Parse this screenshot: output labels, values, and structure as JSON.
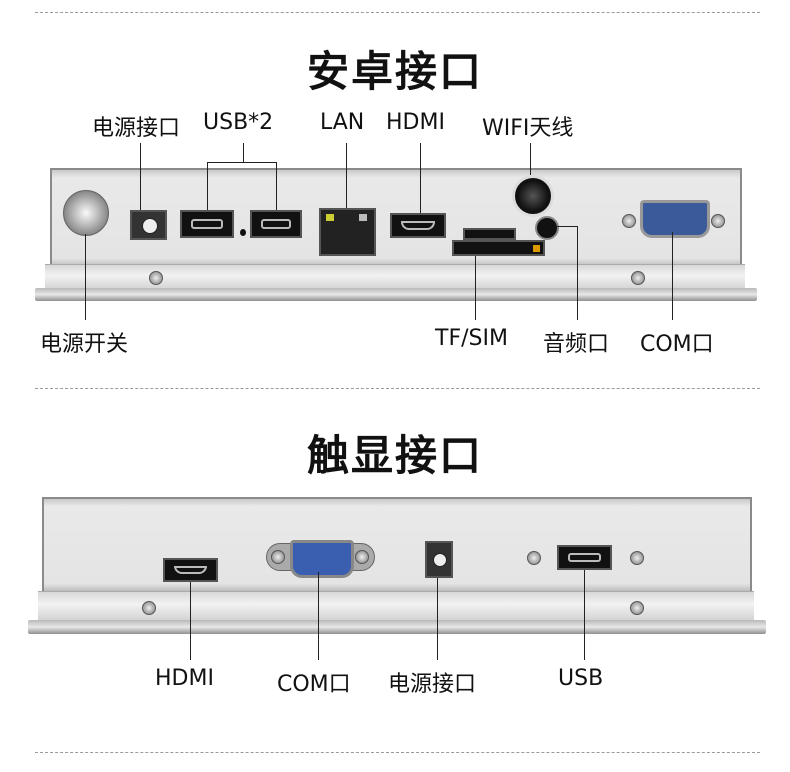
{
  "section1": {
    "title": "安卓接口",
    "top_labels": {
      "power_port": "电源接口",
      "usb": "USB*2",
      "lan": "LAN",
      "hdmi": "HDMI",
      "wifi": "WIFI天线"
    },
    "bottom_labels": {
      "power_switch": "电源开关",
      "tfsim": "TF/SIM",
      "audio": "音频口",
      "com": "COM口"
    }
  },
  "section2": {
    "title": "触显接口",
    "bottom_labels": {
      "hdmi": "HDMI",
      "com": "COM口",
      "power_port": "电源接口",
      "usb": "USB"
    }
  }
}
